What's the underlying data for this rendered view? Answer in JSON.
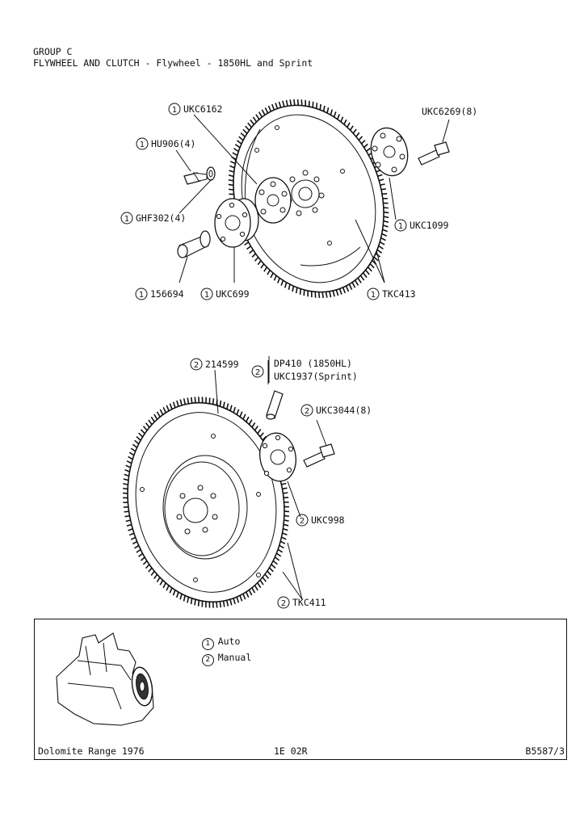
{
  "header": {
    "group": "GROUP C",
    "title": "FLYWHEEL AND CLUTCH - Flywheel - 1850HL and Sprint"
  },
  "callouts_top": [
    {
      "num": "1",
      "code": "UKC6162"
    },
    {
      "num": "1",
      "code": "HU906(4)"
    },
    {
      "num": "1",
      "code": "GHF302(4)"
    },
    {
      "num": "1",
      "code": "156694"
    },
    {
      "num": "1",
      "code": "UKC699"
    },
    {
      "num": "1",
      "code": "TKC413"
    },
    {
      "num": "1",
      "code": "UKC1099"
    },
    {
      "num": "",
      "code": "UKC6269(8)"
    }
  ],
  "callouts_bottom": [
    {
      "num": "2",
      "code": "214599"
    },
    {
      "num": "2",
      "code": "DP410 (1850HL)"
    },
    {
      "num": "",
      "code": "UKC1937(Sprint)"
    },
    {
      "num": "2",
      "code": "UKC3044(8)"
    },
    {
      "num": "2",
      "code": "UKC998"
    },
    {
      "num": "2",
      "code": "TKC411"
    }
  ],
  "legend": {
    "items": [
      {
        "num": "1",
        "label": "Auto"
      },
      {
        "num": "2",
        "label": "Manual"
      }
    ],
    "footer_left": "Dolomite Range 1976",
    "footer_center": "1E 02R",
    "footer_right": "B5587/3"
  },
  "colors": {
    "ink": "#111111",
    "paper": "#ffffff"
  }
}
